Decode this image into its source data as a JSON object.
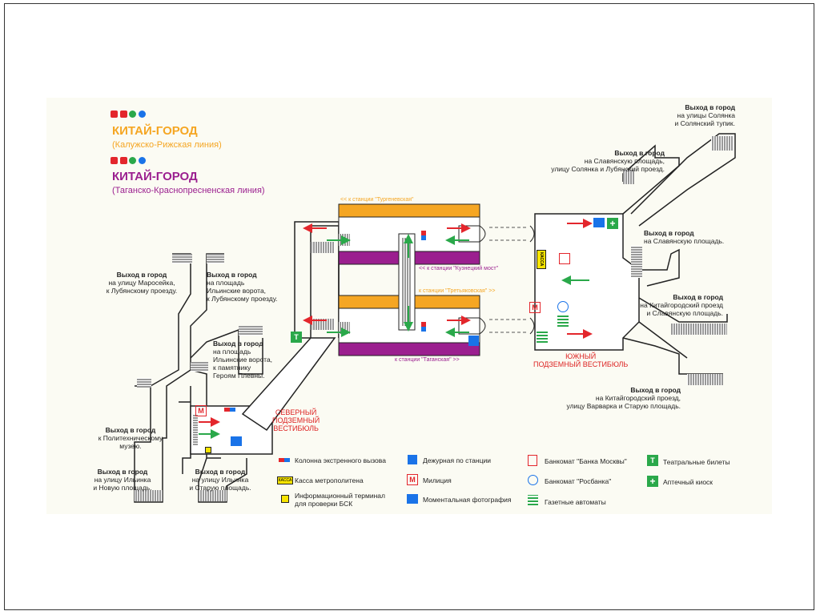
{
  "header": {
    "line1": {
      "name": "КИТАЙ-ГОРОД",
      "line": "(Калужско-Рижская линия)",
      "color": "#f5a623"
    },
    "line2": {
      "name": "КИТАЙ-ГОРОД",
      "line": "(Таганско-Краснопресненская линия)",
      "color": "#9b1f8f"
    },
    "mini_icons": [
      "wheelchair-icon",
      "atm-icon",
      "green-icon",
      "globe-icon"
    ]
  },
  "exit_title": "Выход в город",
  "exits": {
    "maroseyka": "на улицу Маросейка,\nк Лубянскому проезду.",
    "ilinskie1": "на площадь\nИльинские ворота,\nк Лубянскому проезду.",
    "ilinskie2": "на площадь\nИльинские ворота,\nк памятнику\nГероям Плевны.",
    "polytech": "к Политехническому\nмузею.",
    "novaya": "на улицу Ильинка\nи Новую площадь.",
    "staraya": "на улицу Ильинка\nи Старую площадь.",
    "solyanka": "на улицы Солянка\nи Солянский тупик.",
    "slavyanskaya1": "на Славянскую площадь,\nулицу Солянка и Лубянский проезд.",
    "slavyanskaya2": "на Славянскую площадь.",
    "kitaygorodsky1": "на Китайгородский проезд\nи Славянскую площадь.",
    "kitaygorodsky2": "на Китайгородский проезд,\nулицу Варварка и Старую площадь."
  },
  "platforms": {
    "turgenevskaya": "<< к станции \"Тургеневская\"",
    "kuznetsky": "<< к станции \"Кузнецкий мост\"",
    "tretyakovskaya": "к станции \"Третьяковская\" >>",
    "taganskaya": "к станции \"Таганская\" >>"
  },
  "vestibules": {
    "north": "СЕВЕРНЫЙ\nПОДЗЕМНЫЙ\nВЕСТИБЮЛЬ",
    "south": "ЮЖНЫЙ\nПОДЗЕМНЫЙ ВЕСТИБЮЛЬ"
  },
  "legend": {
    "emergency": "Колонна экстренного вызова",
    "kassa_badge": "КАССА",
    "kassa": "Касса метрополитена",
    "terminal": "Информационный терминал\nдля проверки БСК",
    "duty": "Дежурная по станции",
    "police": "Милиция",
    "photo": "Моментальная фотография",
    "atm_mosbank": "Банкомат \"Банка Москвы\"",
    "atm_rosbank": "Банкомат \"Росбанка\"",
    "newspaper": "Газетные автоматы",
    "theatre": "Театральные билеты",
    "pharmacy": "Аптечный киоск"
  },
  "symbols": {
    "metro": "М",
    "theatre": "Т",
    "pharmacy": "+"
  },
  "colors": {
    "orange": "#f5a623",
    "purple": "#9b1f8f",
    "red": "#e3262c",
    "green": "#2aa84a",
    "blue": "#1a73e8",
    "yellow": "#f7e400"
  }
}
